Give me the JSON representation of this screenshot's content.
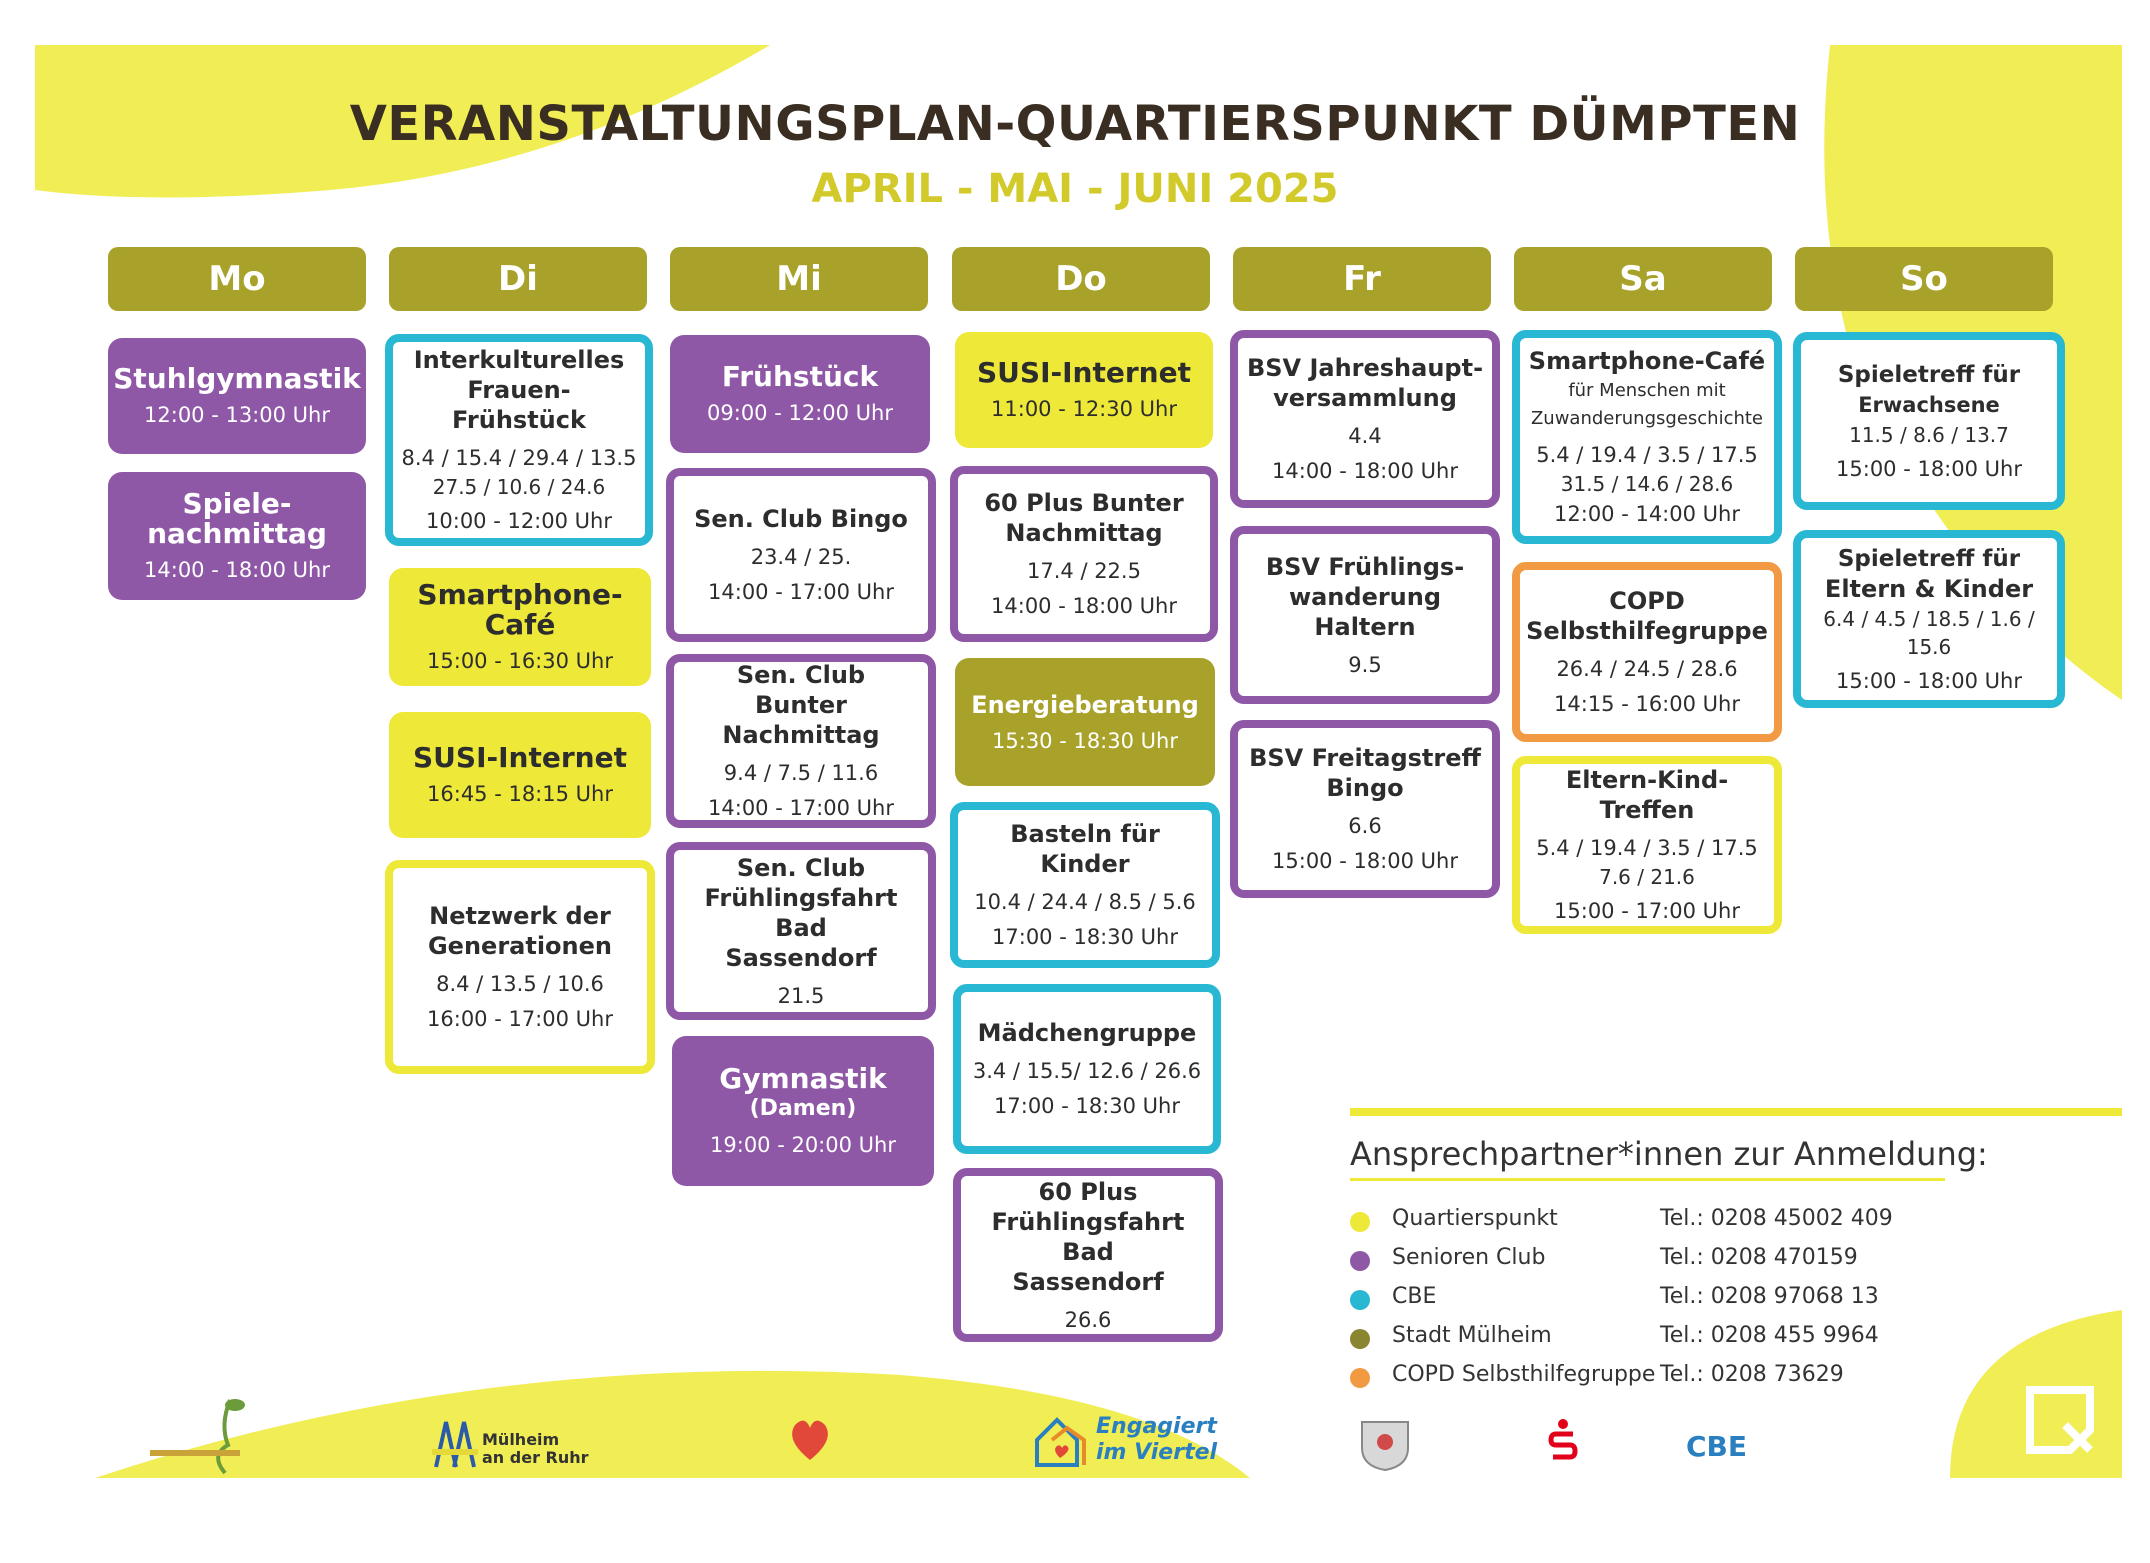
{
  "header": {
    "title": "VERANSTALTUNGSPLAN-QUARTIERSPUNKT DÜMPTEN",
    "subtitle": "APRIL - MAI - JUNI 2025"
  },
  "days": [
    "Mo",
    "Di",
    "Mi",
    "Do",
    "Fr",
    "Sa",
    "So"
  ],
  "events": {
    "mo_1": {
      "title": "Stuhlgymnastik",
      "time": "12:00 - 13:00 Uhr"
    },
    "mo_2": {
      "title": "Spiele-",
      "title2": "nachmittag",
      "time": "14:00 - 18:00 Uhr"
    },
    "di_1": {
      "title": "Interkulturelles",
      "title2": "Frauen-Frühstück",
      "dates": "8.4 / 15.4 / 29.4 / 13.5",
      "dates2": "27.5 / 10.6 / 24.6",
      "time": "10:00 - 12:00 Uhr"
    },
    "di_2": {
      "title": "Smartphone-Café",
      "time": "15:00 - 16:30 Uhr"
    },
    "di_3": {
      "title": "SUSI-Internet",
      "time": "16:45 - 18:15 Uhr"
    },
    "di_4": {
      "title": "Netzwerk der",
      "title2": "Generationen",
      "dates": "8.4 / 13.5 / 10.6",
      "time": "16:00 - 17:00 Uhr"
    },
    "mi_1": {
      "title": "Frühstück",
      "time": "09:00 - 12:00 Uhr"
    },
    "mi_2": {
      "title": "Sen. Club Bingo",
      "dates": "23.4 / 25.",
      "time": "14:00 - 17:00 Uhr"
    },
    "mi_3": {
      "title": "Sen. Club",
      "title2": "Bunter Nachmittag",
      "dates": "9.4 / 7.5 / 11.6",
      "time": "14:00 - 17:00 Uhr"
    },
    "mi_4": {
      "title": "Sen. Club",
      "title2": "Frühlingsfahrt Bad",
      "title3": "Sassendorf",
      "dates": "21.5"
    },
    "mi_5": {
      "title": "Gymnastik",
      "title2": "(Damen)",
      "time": "19:00 - 20:00 Uhr"
    },
    "do_1": {
      "title": "SUSI-Internet",
      "time": "11:00 - 12:30 Uhr"
    },
    "do_2": {
      "title": "60 Plus Bunter",
      "title2": "Nachmittag",
      "dates": "17.4 / 22.5",
      "time": "14:00 - 18:00 Uhr"
    },
    "do_3": {
      "title": "Energieberatung",
      "time": "15:30 - 18:30 Uhr"
    },
    "do_4": {
      "title": "Basteln für Kinder",
      "dates": "10.4 / 24.4 / 8.5 / 5.6",
      "time": "17:00 - 18:30 Uhr"
    },
    "do_5": {
      "title": "Mädchengruppe",
      "dates": "3.4 / 15.5/ 12.6 / 26.6",
      "time": "17:00 - 18:30 Uhr"
    },
    "do_6": {
      "title": "60 Plus",
      "title2": "Frühlingsfahrt Bad",
      "title3": "Sassendorf",
      "dates": "26.6"
    },
    "fr_1": {
      "title": "BSV Jahreshaupt-",
      "title2": "versammlung",
      "dates": "4.4",
      "time": "14:00 - 18:00 Uhr"
    },
    "fr_2": {
      "title": "BSV Frühlings-",
      "title2": "wanderung Haltern",
      "dates": "9.5"
    },
    "fr_3": {
      "title": "BSV Freitagstreff",
      "title2": "Bingo",
      "dates": "6.6",
      "time": "15:00 - 18:00 Uhr"
    },
    "sa_1": {
      "title": "Smartphone-Café",
      "sub": "für Menschen mit",
      "sub2": "Zuwanderungsgeschichte",
      "dates": "5.4 / 19.4 / 3.5 / 17.5",
      "dates2": "31.5 / 14.6 / 28.6",
      "time": "12:00 - 14:00 Uhr"
    },
    "sa_2": {
      "title": "COPD",
      "title2": "Selbsthilfegruppe",
      "dates": "26.4 / 24.5 / 28.6",
      "time": "14:15 - 16:00 Uhr"
    },
    "sa_3": {
      "title": "Eltern-Kind-Treffen",
      "dates": "5.4 / 19.4 / 3.5 / 17.5",
      "dates2": "7.6 / 21.6",
      "time": "15:00 - 17:00 Uhr"
    },
    "so_1": {
      "title": "Spieletreff für",
      "title2": "Erwachsene",
      "dates": "11.5 / 8.6 / 13.7",
      "time": "15:00 - 18:00 Uhr"
    },
    "so_2": {
      "title": "Spieletreff für",
      "title2": "Eltern & Kinder",
      "dates": "6.4 / 4.5 / 18.5 / 1.6 /",
      "dates2": "15.6",
      "time": "15:00 - 18:00 Uhr"
    }
  },
  "contacts": {
    "heading": "Ansprechpartner*innen zur Anmeldung:",
    "items": [
      {
        "name": "Quartierspunkt",
        "tel": "Tel.: 0208 45002 409",
        "color": "#eee938"
      },
      {
        "name": "Senioren Club",
        "tel": "Tel.: 0208 470159",
        "color": "#8f58a6"
      },
      {
        "name": "CBE",
        "tel": "Tel.: 0208 97068 13",
        "color": "#29b8d3"
      },
      {
        "name": "Stadt Mülheim",
        "tel": "Tel.: 0208 455 9964",
        "color": "#8a8530"
      },
      {
        "name": "COPD Selbsthilfegruppe",
        "tel": "Tel.: 0208 73629",
        "color": "#f29a43"
      }
    ]
  },
  "logos": {
    "muelheim": "Mülheim",
    "muelheim2": "an der Ruhr",
    "engagiert": "Engagiert",
    "engagiert2": "im Viertel",
    "cbe": "CBE"
  },
  "colors": {
    "yellow": "#eee938",
    "purple": "#8f58a6",
    "blue": "#29b8d3",
    "olive": "#a8a22a",
    "orange": "#f29a43"
  }
}
